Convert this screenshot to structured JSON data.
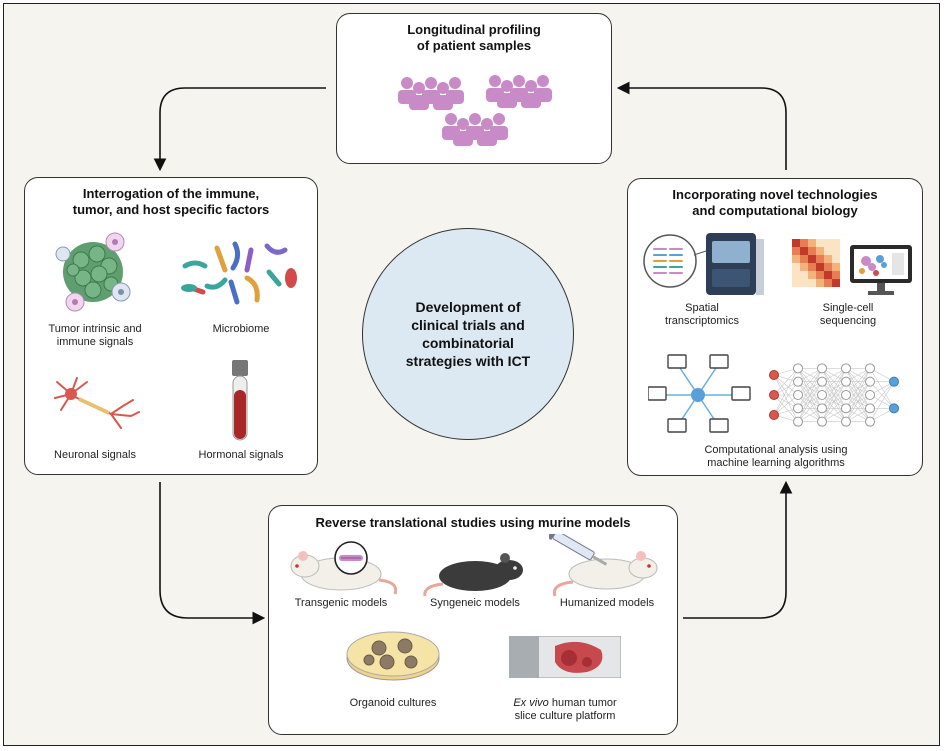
{
  "center": {
    "text": "Development of\nclinical trials and\ncombinatorial\nstrategies with ICT"
  },
  "top_box": {
    "title": "Longitudinal profiling\nof patient samples"
  },
  "left_box": {
    "title": "Interrogation of the immune,\ntumor, and host specific factors",
    "items": [
      {
        "label": "Tumor intrinsic and\nimmune signals",
        "icon": "tumor-cell-icon"
      },
      {
        "label": "Microbiome",
        "icon": "microbiome-icon"
      },
      {
        "label": "Neuronal signals",
        "icon": "neuron-icon"
      },
      {
        "label": "Hormonal signals",
        "icon": "blood-tube-icon"
      }
    ]
  },
  "right_box": {
    "title": "Incorporating novel technologies\nand computational biology",
    "items": [
      {
        "label": "Spatial\ntranscriptomics",
        "icon": "sequencer-icon"
      },
      {
        "label": "Single-cell\nsequencing",
        "icon": "heatmap-monitor-icon"
      },
      {
        "label": "Computational analysis using\nmachine learning algorithms",
        "icon": "neural-network-icon"
      }
    ]
  },
  "bottom_box": {
    "title": "Reverse translational studies using murine models",
    "items": [
      {
        "label": "Transgenic models",
        "icon": "white-mouse-icon"
      },
      {
        "label": "Syngeneic models",
        "icon": "black-mouse-icon"
      },
      {
        "label": "Humanized models",
        "icon": "injected-mouse-icon"
      },
      {
        "label": "Organoid cultures",
        "icon": "petri-dish-icon"
      },
      {
        "label_italic": "Ex vivo",
        "label_rest": " human tumor\nslice culture platform",
        "icon": "tissue-slide-icon"
      }
    ]
  },
  "colors": {
    "people": "#c98bc8",
    "circle": "#dde9f2",
    "tumor": "#5f9e6e",
    "blood": "#a8282a"
  }
}
